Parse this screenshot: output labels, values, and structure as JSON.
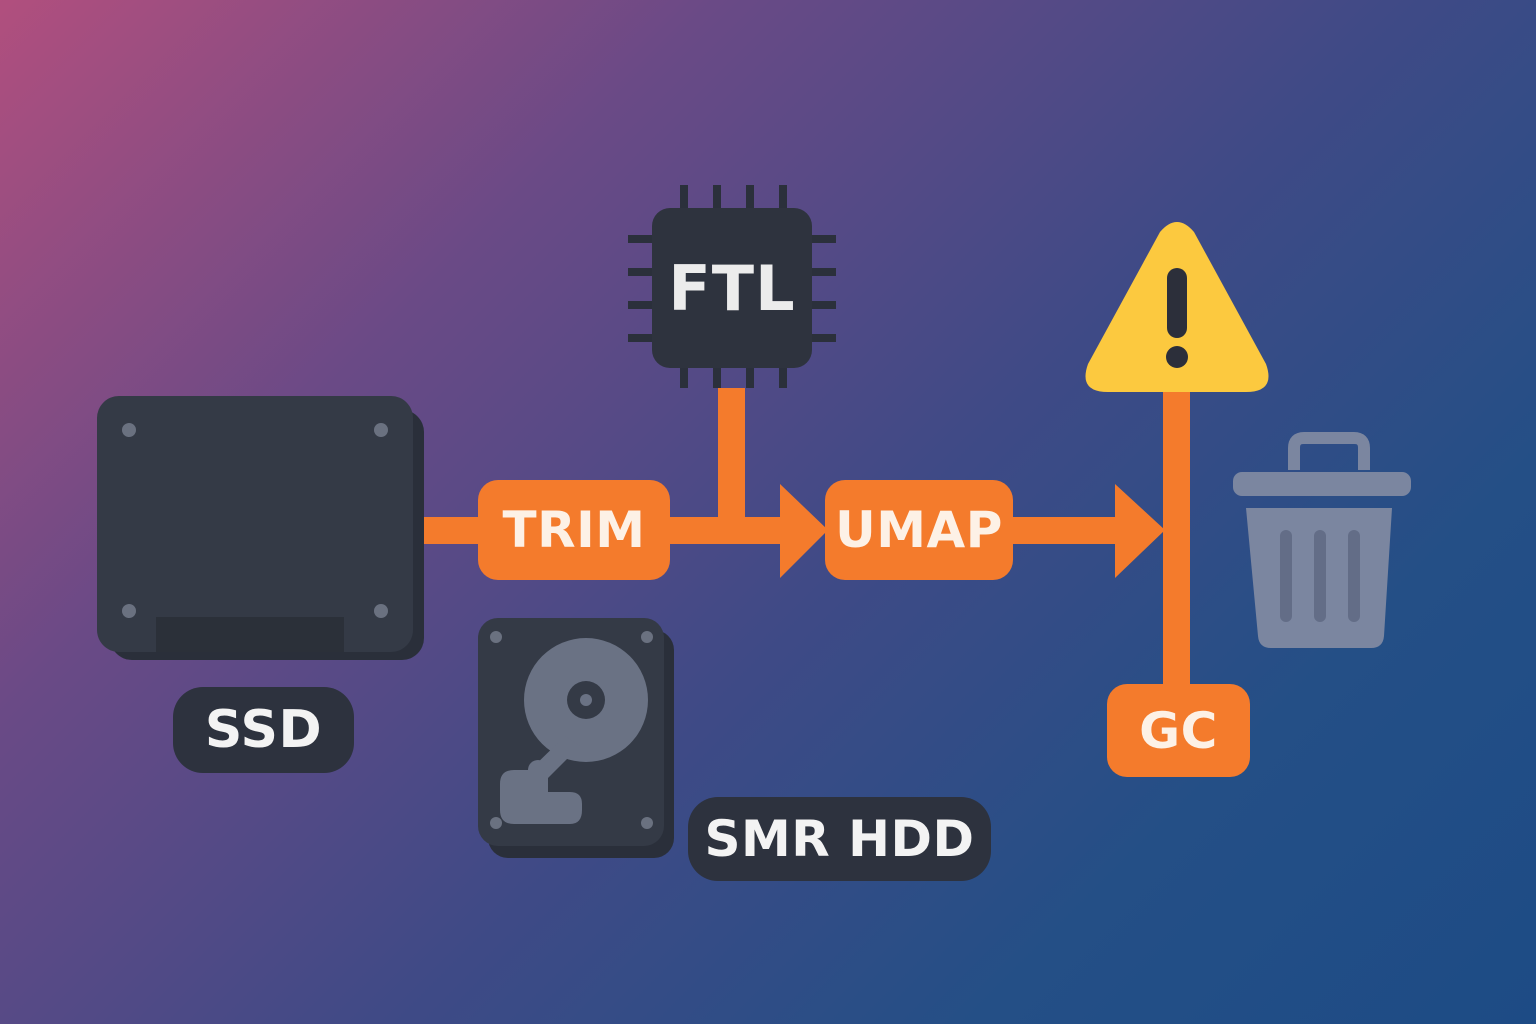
{
  "diagram": {
    "labels": {
      "ssd": "SSD",
      "smr_hdd": "SMR HDD",
      "ftl": "FTL",
      "trim": "TRIM",
      "umap": "UMAP",
      "gc": "GC"
    },
    "icons": [
      "ssd-icon",
      "hdd-icon",
      "chip-icon",
      "warning-icon",
      "trash-icon"
    ],
    "colors": {
      "accent": "#f47b2c",
      "device": "#343a46",
      "label_bg": "#2d323e",
      "warning": "#fcc93f",
      "trash": "#7b86a0"
    }
  }
}
